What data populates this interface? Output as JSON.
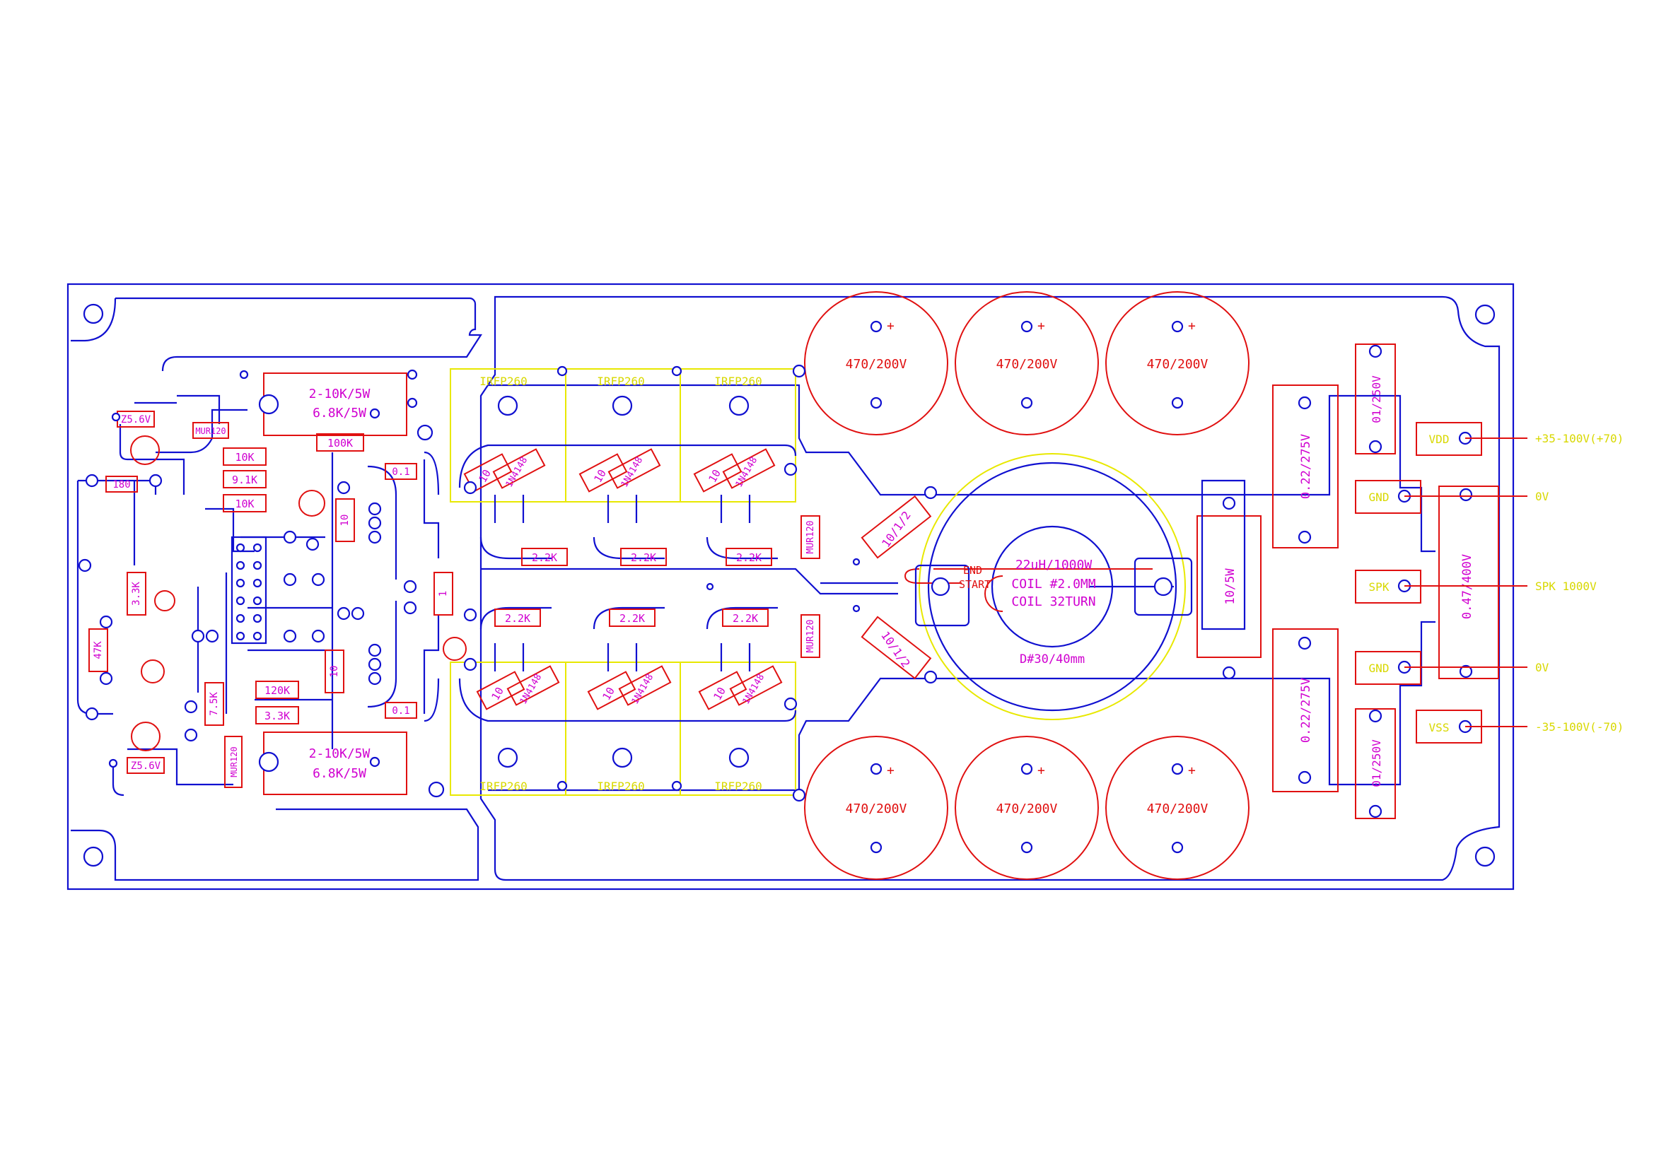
{
  "colors": {
    "trace": "#1010d0",
    "silkscreen": "#e01010",
    "heatsink_outline": "#e8e800",
    "component_text": "#d000d0",
    "connector_text": "#d8d800"
  },
  "capacitors_top": [
    "470/200V",
    "470/200V",
    "470/200V"
  ],
  "capacitors_bottom": [
    "470/200V",
    "470/200V",
    "470/200V"
  ],
  "inductor": {
    "value": "22uH/1000W",
    "coil": "COIL #2.0MM",
    "turns": "COIL 32TURN",
    "diameter": "D#30/40mm",
    "end": "END",
    "start": "START"
  },
  "connectors": [
    {
      "pad": "VDD",
      "label": "+35-100V(+70)"
    },
    {
      "pad": "GND",
      "label": "0V"
    },
    {
      "pad": "SPK",
      "label": "SPK 1000V"
    },
    {
      "pad": "GND",
      "label": "0V"
    },
    {
      "pad": "VSS",
      "label": "-35-100V(-70)"
    }
  ],
  "mosfets_top": [
    "IRFP260",
    "IRFP260",
    "IRFP260"
  ],
  "mosfets_bottom": [
    "IRFP260",
    "IRFP260",
    "IRFP260"
  ],
  "gate_res_top": [
    "10",
    "10",
    "10"
  ],
  "gate_res_bottom": [
    "10",
    "10",
    "10"
  ],
  "gate_diodes_top": [
    "1N4148",
    "1N4148",
    "1N4148"
  ],
  "gate_diodes_bottom": [
    "1N4148",
    "1N4148",
    "1N4148"
  ],
  "pulldown_top": [
    "2.2K",
    "2.2K",
    "2.2K"
  ],
  "pulldown_bottom": [
    "2.2K",
    "2.2K",
    "2.2K"
  ],
  "output_caps": {
    "c1": "01/250V",
    "c2": "0.22/275V",
    "c3": "0.22/275V",
    "c4": "01/250V",
    "c5": "0.47/400V",
    "r_snub": "10/5W",
    "snub_top": "10/1/2",
    "snub_bottom": "10/1/2"
  },
  "power_resistors": {
    "top": [
      "2-10K/5W",
      "6.8K/5W"
    ],
    "bottom": [
      "2-10K/5W",
      "6.8K/5W"
    ]
  },
  "diodes": {
    "mur_right_top": "MUR120",
    "mur_right_bottom": "MUR120",
    "mur_left_top": "MUR120",
    "mur_left_bottom": "MUR120",
    "zener_top": "Z5.6V",
    "zener_bottom": "Z5.6V"
  },
  "small_parts": {
    "r10k_a": "10K",
    "r91k": "9.1K",
    "r10k_b": "10K",
    "r100k": "100K",
    "r180": "180",
    "r33k_a": "3.3K",
    "r47k": "47K",
    "r33k_b": "3.3K",
    "r120k": "120K",
    "r75k": "7.5K",
    "r10": "10",
    "r10b": "10",
    "c01": "0.1",
    "c1": "1",
    "c01b": "0.1"
  }
}
